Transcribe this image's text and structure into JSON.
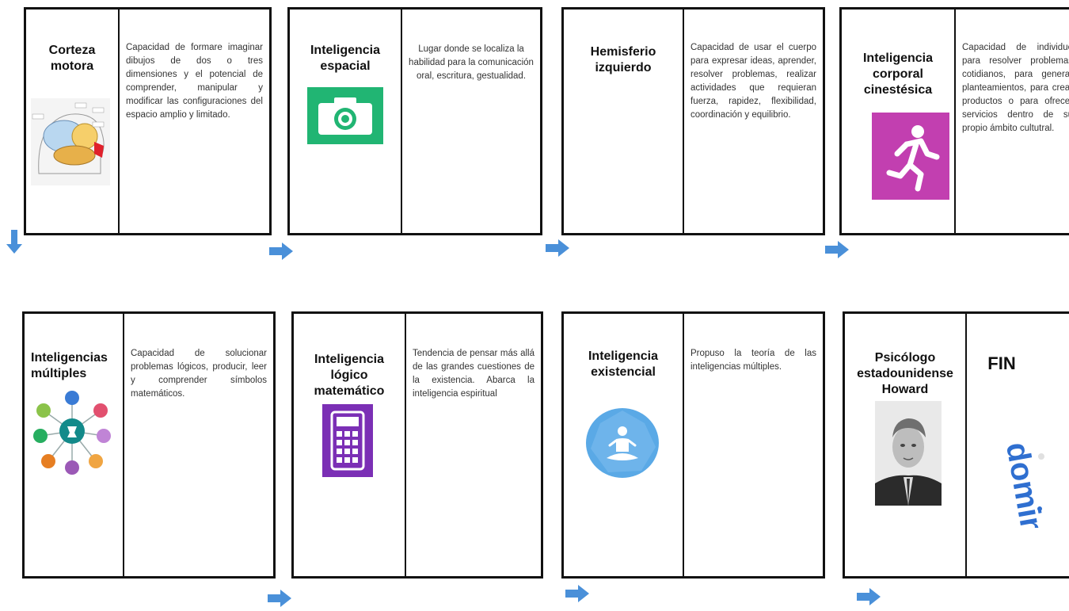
{
  "colors": {
    "arrow": "#4a90d9",
    "camera_bg": "#21b573",
    "runner_bg": "#c23fb0",
    "calculator_bg": "#7b2fb5",
    "meditation_bg": "#5aa9e6",
    "border": "#111111"
  },
  "cards": [
    {
      "title": "Corteza motora",
      "icon": "brain-diagram",
      "description": "Capacidad de formare imaginar dibujos de dos o tres dimensiones y el potencial de comprender, manipular y modificar las configuraciones del espacio amplio y limitado."
    },
    {
      "title": "Inteligencia espacial",
      "icon": "camera-icon",
      "description": "Lugar donde se localiza la habilidad para la comunicación oral, escritura, gestualidad."
    },
    {
      "title": "Hemisferio izquierdo",
      "icon": "",
      "description": "Capacidad de usar el cuerpo para expresar ideas, aprender, resolver problemas, realizar actividades que requieran fuerza, rapidez, flexibilidad, coordinación y equilibrio."
    },
    {
      "title": "Inteligencia corporal cinestésica",
      "icon": "runner-icon",
      "description": "Capacidad de individuo para resolver problemas cotidianos, para generar planteamientos, para crear productos o para ofrecer servicios dentro de su propio ámbito cultutral."
    },
    {
      "title": "Inteligencias múltiples",
      "icon": "multiple-intelligences-diagram",
      "description": "Capacidad de solucionar problemas lógicos, producir, leer y comprender símbolos matemáticos."
    },
    {
      "title": "Inteligencia lógico matemático",
      "icon": "calculator-icon",
      "description": "Tendencia de pensar más allá de las grandes cuestiones de la existencia. Abarca la inteligencia espiritual"
    },
    {
      "title": "Inteligencia existencial",
      "icon": "meditation-icon",
      "description": "Propuso la teoría de las inteligencias múltiples."
    },
    {
      "title": "Psicólogo estadounidense Howard",
      "icon": "portrait-photo",
      "description": "FIN",
      "logo_text": "domino"
    }
  ]
}
